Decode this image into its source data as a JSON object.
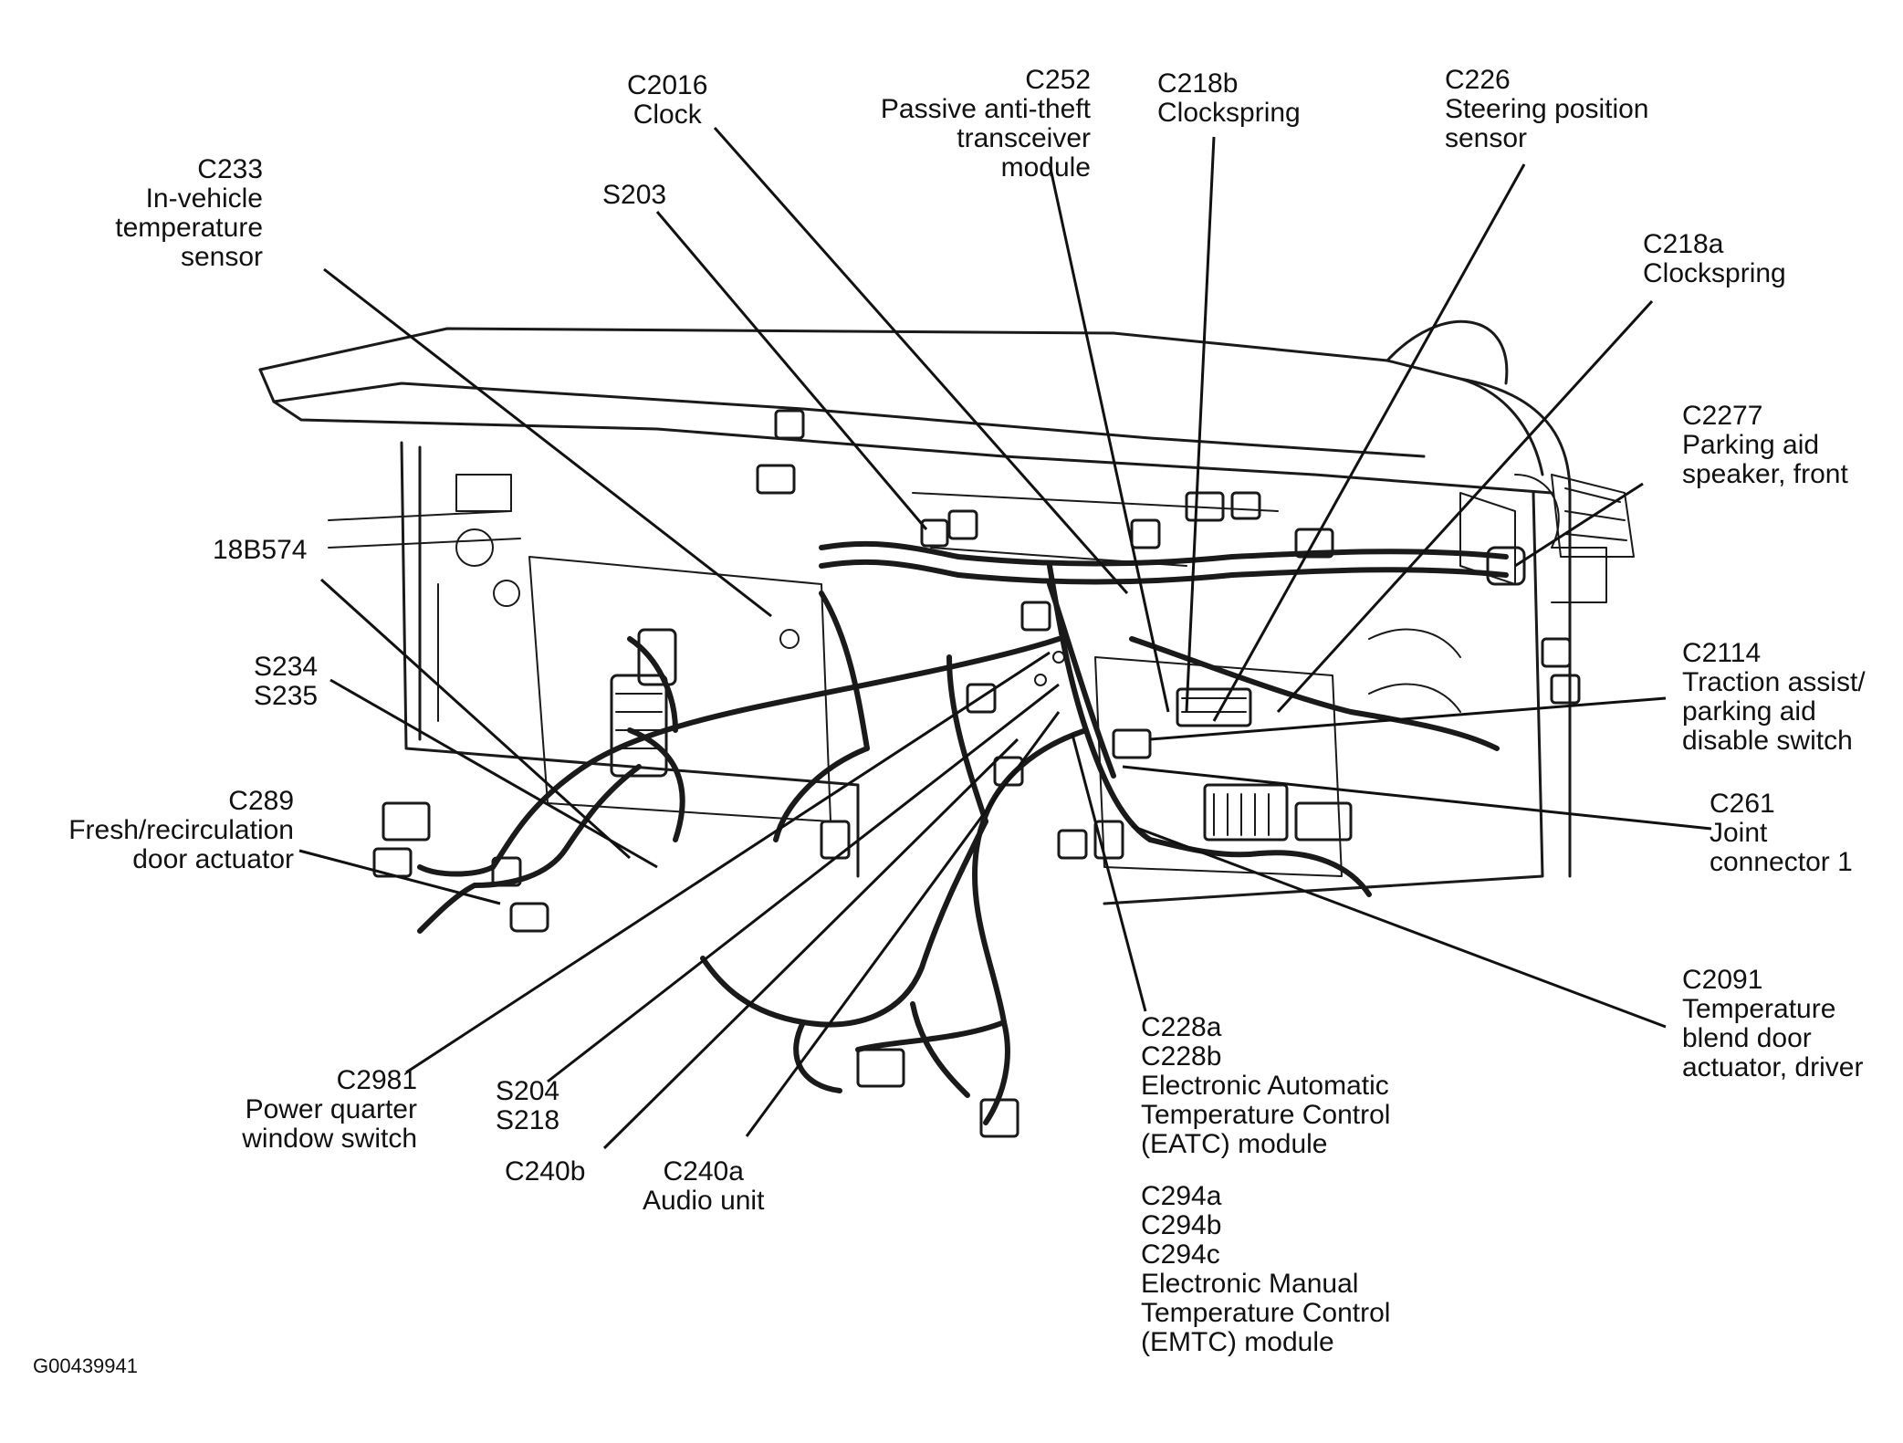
{
  "figure_id": "G00439941",
  "colors": {
    "ink": "#111111",
    "background": "#ffffff"
  },
  "labels": {
    "c2016": [
      "C2016",
      "Clock"
    ],
    "c252": [
      "C252",
      "Passive anti-theft",
      "transceiver",
      "module"
    ],
    "c218b": [
      "C218b",
      "Clockspring"
    ],
    "c226": [
      "C226",
      "Steering position",
      "sensor"
    ],
    "c233": [
      "C233",
      "In-vehicle",
      "temperature",
      "sensor"
    ],
    "s203": [
      "S203"
    ],
    "c218a": [
      "C218a",
      "Clockspring"
    ],
    "c2277": [
      "C2277",
      "Parking aid",
      "speaker, front"
    ],
    "b18574": [
      "18B574"
    ],
    "s234": [
      "S234",
      "S235"
    ],
    "c2114": [
      "C2114",
      "Traction assist/",
      "parking aid",
      "disable switch"
    ],
    "c289": [
      "C289",
      "Fresh/recirculation",
      "door actuator"
    ],
    "c261": [
      "C261",
      "Joint",
      "connector 1"
    ],
    "c2091": [
      "C2091",
      "Temperature",
      "blend door",
      "actuator, driver"
    ],
    "c2981": [
      "C2981",
      "Power quarter",
      "window switch"
    ],
    "s204": [
      "S204",
      "S218"
    ],
    "c240b": [
      "C240b"
    ],
    "c240a": [
      "C240a",
      "Audio unit"
    ],
    "c228": [
      "C228a",
      "C228b",
      "Electronic Automatic",
      "Temperature Control",
      "(EATC) module"
    ],
    "c294": [
      "C294a",
      "C294b",
      "C294c",
      "Electronic Manual",
      "Temperature Control",
      "(EMTC) module"
    ]
  }
}
